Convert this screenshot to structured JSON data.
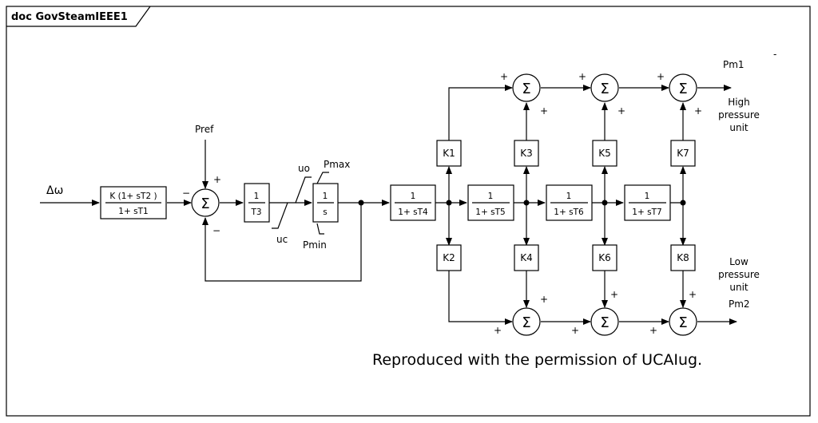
{
  "frame": {
    "title": "doc GovSteamIEEE1"
  },
  "signals": {
    "input": "Δω",
    "pref": "Pref",
    "uo": "uo",
    "uc": "uc",
    "pmax": "Pmax",
    "pmin": "Pmin",
    "pm1": "Pm1",
    "pm2": "Pm2"
  },
  "blocks": {
    "lead_lag": {
      "num": "K (1+ sT2 )",
      "den": "1+ sT1"
    },
    "t3": {
      "num": "1",
      "den": "T3"
    },
    "integrator": {
      "num": "1",
      "den": "s"
    },
    "t4": {
      "num": "1",
      "den": "1+ sT4"
    },
    "t5": {
      "num": "1",
      "den": "1+ sT5"
    },
    "t6": {
      "num": "1",
      "den": "1+ sT6"
    },
    "t7": {
      "num": "1",
      "den": "1+ sT7"
    }
  },
  "gains": [
    "K1",
    "K2",
    "K3",
    "K4",
    "K5",
    "K6",
    "K7",
    "K8"
  ],
  "summer_symbol": "Σ",
  "signs": {
    "plus": "+",
    "minus": "−"
  },
  "units": {
    "high": [
      "High",
      "pressure",
      "unit"
    ],
    "low": [
      "Low",
      "pressure",
      "unit"
    ]
  },
  "caption": "Reproduced with the permission of UCAIug.",
  "stray_mark": "-"
}
